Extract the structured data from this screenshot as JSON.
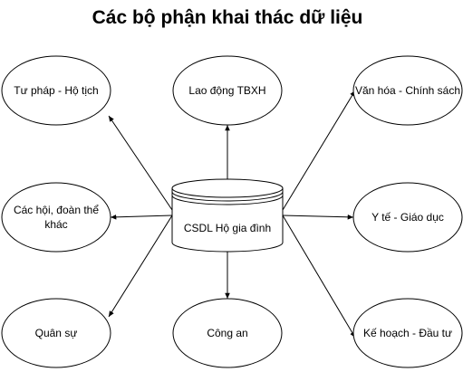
{
  "title": "Các bộ phận khai thác dữ liệu",
  "colors": {
    "stroke": "#000000",
    "fill": "#ffffff",
    "text": "#000000"
  },
  "center": {
    "shape": "cylinder-database",
    "label": "CSDL Hộ gia đình"
  },
  "nodes": [
    {
      "id": "tu-phap",
      "lines": [
        "Tư pháp - Hộ tịch"
      ]
    },
    {
      "id": "lao-dong",
      "lines": [
        "Lao động TBXH"
      ]
    },
    {
      "id": "van-hoa",
      "lines": [
        "Văn hóa - Chính sách"
      ]
    },
    {
      "id": "cac-hoi",
      "lines": [
        "Các hội, đoàn thể",
        "khác"
      ]
    },
    {
      "id": "y-te",
      "lines": [
        "Y tế - Giáo dục"
      ]
    },
    {
      "id": "quan-su",
      "lines": [
        "Quân sự"
      ]
    },
    {
      "id": "cong-an",
      "lines": [
        "Công an"
      ]
    },
    {
      "id": "ke-hoach",
      "lines": [
        "Kế hoạch - Đầu tư"
      ]
    }
  ]
}
